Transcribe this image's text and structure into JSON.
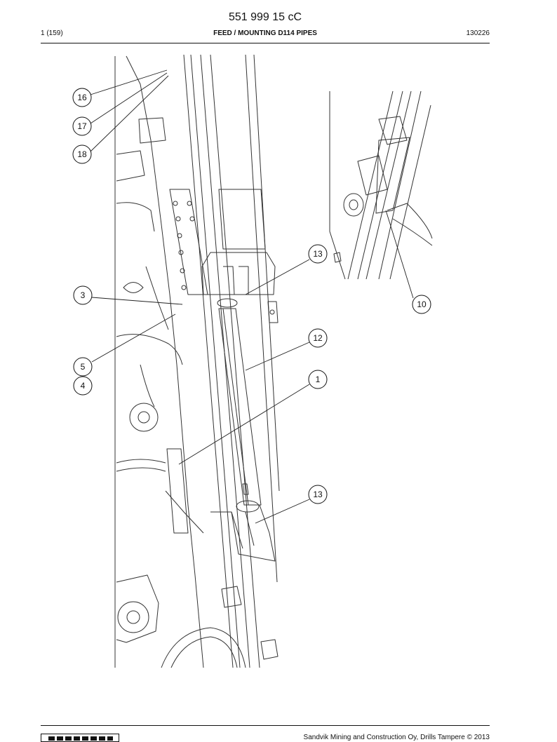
{
  "header": {
    "document_number": "551 999 15 cC",
    "page_count": "1 (159)",
    "section_title": "FEED / MOUNTING D114 PIPES",
    "date_code": "130226"
  },
  "callouts": [
    {
      "label": "16"
    },
    {
      "label": "17"
    },
    {
      "label": "18"
    },
    {
      "label": "13"
    },
    {
      "label": "3"
    },
    {
      "label": "10"
    },
    {
      "label": "12"
    },
    {
      "label": "5"
    },
    {
      "label": "1"
    },
    {
      "label": "4"
    },
    {
      "label": "13"
    }
  ],
  "footer": {
    "logo": "SANDVIK",
    "copyright": "Sandvik Mining and Construction Oy, Drills Tampere © 2013"
  }
}
